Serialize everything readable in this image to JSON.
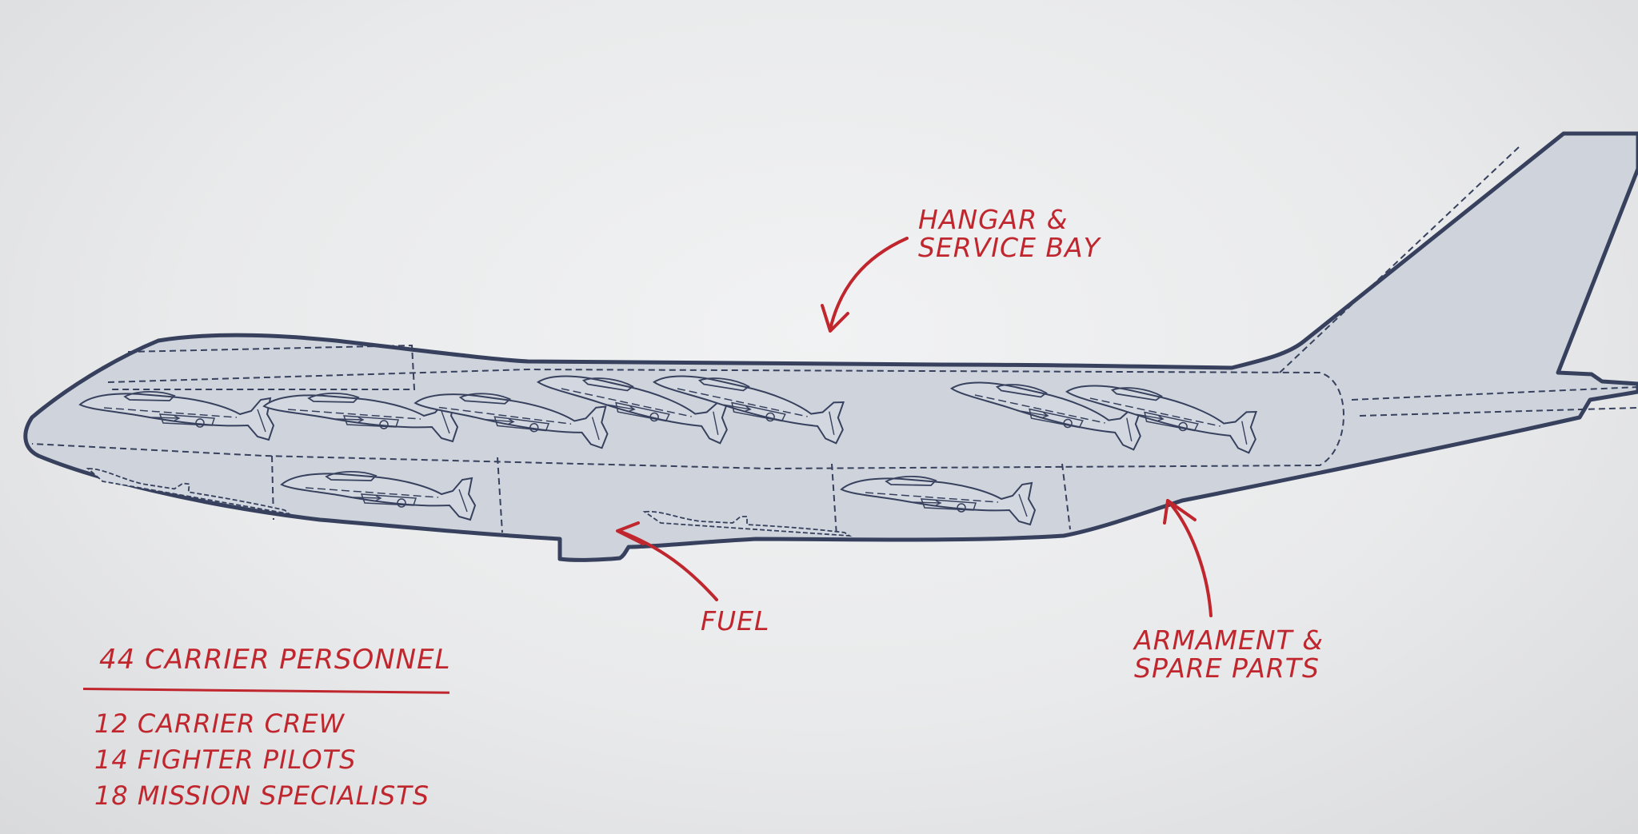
{
  "colors": {
    "outline": "#37415e",
    "fill": "#cfd4dc",
    "annotation": "#c0262d",
    "background": "#ecedee"
  },
  "callouts": {
    "hangar": {
      "lines": [
        "HANGAR &",
        "SERVICE BAY"
      ]
    },
    "fuel": {
      "lines": [
        "FUEL"
      ]
    },
    "armament": {
      "lines": [
        "ARMAMENT &",
        "SPARE PARTS"
      ]
    }
  },
  "personnel": {
    "total": "44 CARRIER PERSONNEL",
    "breakdown": [
      "12 CARRIER CREW",
      "14 FIGHTER PILOTS",
      "18 MISSION SPECIALISTS"
    ]
  },
  "icons": {
    "aircraft": "carrier-aircraft-silhouette",
    "fighter": "parasite-fighter-icon",
    "arrow": "annotation-arrow-icon"
  }
}
